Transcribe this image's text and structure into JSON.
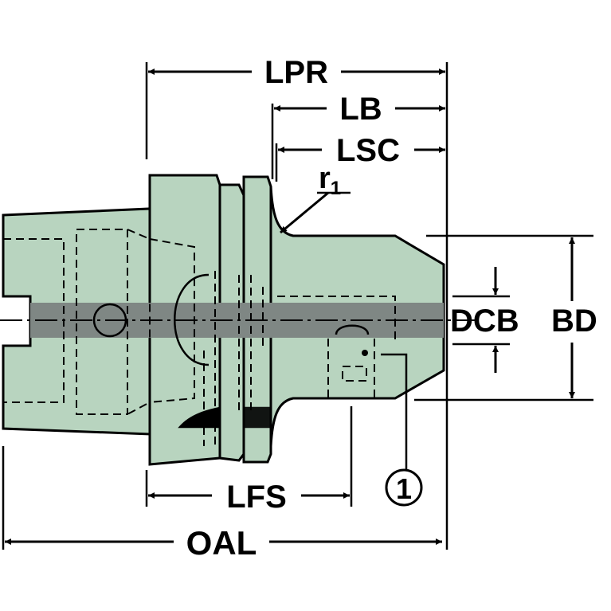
{
  "colors": {
    "body_fill": "#b8d4bf",
    "outline": "#000000",
    "center_band": "#7f8784",
    "background": "#ffffff"
  },
  "dimensions": {
    "lpr": "LPR",
    "lb": "LB",
    "lsc": "LSC",
    "r_base": "r",
    "r_sub": "1",
    "dcb": "DCB",
    "bd": "BD",
    "lfs": "LFS",
    "oal": "OAL",
    "callout": "1"
  }
}
